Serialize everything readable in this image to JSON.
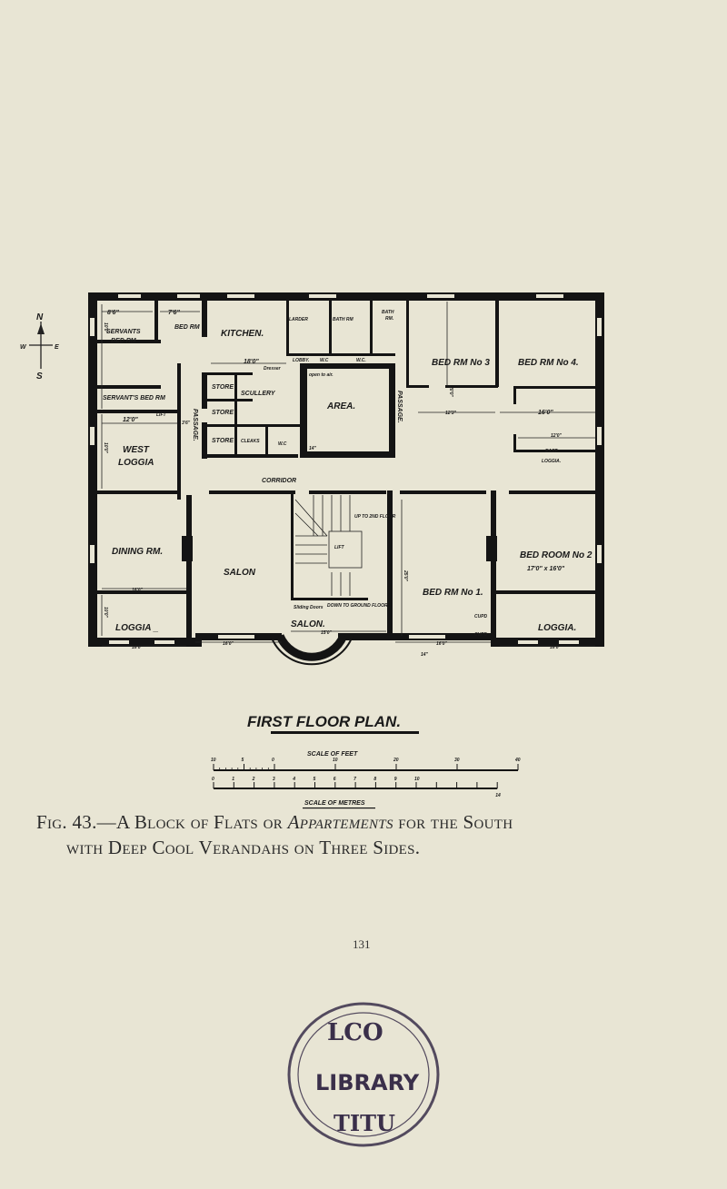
{
  "compass": {
    "north": "N",
    "south": "S",
    "east": "E",
    "west": "W"
  },
  "plan": {
    "title": "FIRST FLOOR PLAN.",
    "rooms": {
      "bed_rm_small": "BED RM",
      "servants_bed_rm_1a": "SERVANTS",
      "servants_bed_rm_1b": "BED RM",
      "kitchen": "KITCHEN.",
      "larder": "LARDER",
      "bath_rm_1": "BATH RM",
      "bath_rm_2a": "BATH",
      "bath_rm_2b": "RM.",
      "lobby": "LOBBY.",
      "wc_1": "W.C",
      "wc_2": "W.C.",
      "dresser": "Dresser",
      "open_air": "open to air.",
      "passage_west": "PASSAGE.",
      "passage_east": "PASSAGE.",
      "store_1": "STORE",
      "store_2": "STORE",
      "store_3": "STORE",
      "scullery": "SCULLERY",
      "area": "AREA.",
      "cloaks": "CLEAKS",
      "wc_3": "W.C",
      "servants_bed_rm_2": "SERVANT'S BED RM",
      "lift_small": "LIFT",
      "west_loggia_a": "WEST",
      "west_loggia_b": "LOGGIA",
      "corridor": "CORRIDOR",
      "bed_rm_3": "BED RM No 3",
      "bed_rm_4": "BED RM No 4.",
      "east_loggia_a": "EAST",
      "east_loggia_b": "LOGGIA.",
      "dining_rm": "DINING RM.",
      "salon_1": "SALON",
      "lift": "LIFT",
      "up_2nd_floor": "UP TO 2ND FLOOR",
      "down_ground_floor": "DOWN TO GROUND FLOOR",
      "sliding_doors": "Sliding Doors",
      "salon_2": "SALON.",
      "bed_rm_1": "BED RM No 1.",
      "bed_rm_2": "BED ROOM No 2",
      "bed_rm_2_size": "17'0\" x 16'0\"",
      "cupd_1": "CUPD",
      "cupd_2": "CUPD",
      "loggia_west": "LOGGIA _",
      "loggia_east": "LOGGIA."
    },
    "dimensions": {
      "d1": "8'6\"",
      "d2": "7'6\"",
      "d3": "18'0\"",
      "d4": "10'0\"",
      "d5": "12'0\"",
      "d6": "3'6\"",
      "d7": "8'0\"",
      "d8": "10'0\"",
      "d9": "12'3\"",
      "d10": "16'0\"",
      "d11": "20'0\"",
      "d12": "12'0\"",
      "d13": "16'0\"",
      "d14": "17'0\"",
      "d15": "12'0\"",
      "d16": "16'0\"",
      "d17": "10'0\"",
      "d18": "16'0\"",
      "d19": "15'0\"",
      "d20": "25'0\"",
      "d21": "16'0\"",
      "d22": "16'0\"",
      "d23": "14\"",
      "d24": "14\"",
      "d25": "8'0\""
    },
    "scale_feet": {
      "label": "SCALE OF FEET",
      "ticks": [
        "10",
        "5",
        "0",
        "10",
        "20",
        "30",
        "40"
      ]
    },
    "scale_metres": {
      "label": "SCALE OF METRES",
      "ticks": [
        "0",
        "1",
        "2",
        "3",
        "4",
        "5",
        "6",
        "7",
        "8",
        "9",
        "10",
        "14"
      ]
    }
  },
  "caption": {
    "line1_prefix": "Fig. 43.—A Block of Flats or ",
    "line1_italic": "Appartements",
    "line1_suffix": " for the South",
    "line2": "with Deep Cool Verandahs on Three Sides."
  },
  "page_number": "131",
  "stamp": {
    "text_top": "LCO",
    "text_mid": "LIBRARY",
    "text_bottom": "TITU"
  },
  "colors": {
    "paper": "#e8e5d4",
    "ink": "#141414",
    "stamp": "#3a2f4a"
  }
}
